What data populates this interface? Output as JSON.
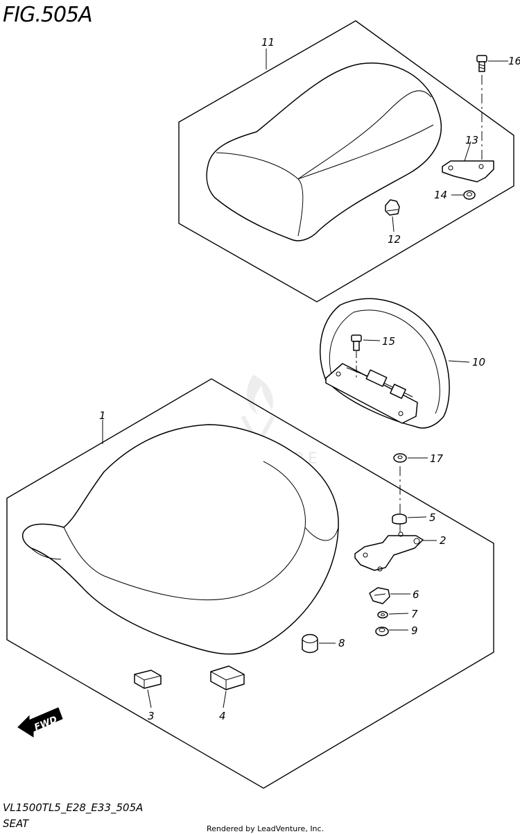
{
  "figure": {
    "title": "FIG.505A",
    "model_code": "VL1500TL5_E28_E33_505A",
    "group_name": "SEAT",
    "rendered_by": "Rendered by LeadVenture, Inc.",
    "watermark": "LEADVENTURE",
    "fwd_label": "FWD"
  },
  "callouts": [
    {
      "id": "1",
      "label": "1"
    },
    {
      "id": "2",
      "label": "2"
    },
    {
      "id": "3",
      "label": "3"
    },
    {
      "id": "4",
      "label": "4"
    },
    {
      "id": "5",
      "label": "5"
    },
    {
      "id": "6",
      "label": "6"
    },
    {
      "id": "7",
      "label": "7"
    },
    {
      "id": "8",
      "label": "8"
    },
    {
      "id": "9",
      "label": "9"
    },
    {
      "id": "10",
      "label": "10"
    },
    {
      "id": "11",
      "label": "11"
    },
    {
      "id": "12",
      "label": "12"
    },
    {
      "id": "13",
      "label": "13"
    },
    {
      "id": "14",
      "label": "14"
    },
    {
      "id": "15",
      "label": "15"
    },
    {
      "id": "16",
      "label": "16"
    },
    {
      "id": "17",
      "label": "17"
    }
  ]
}
